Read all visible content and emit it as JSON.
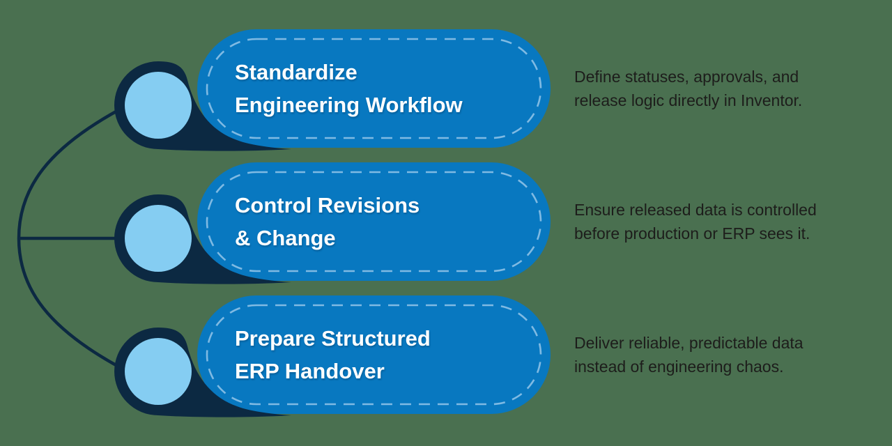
{
  "colors": {
    "background": "#4a7050",
    "pill_blue": "#0878c0",
    "dash_light_blue": "#7fbae3",
    "navy": "#0c2942",
    "node_light_blue": "#85cdf2",
    "title_text": "#ffffff",
    "description_text": "#1d1d1b"
  },
  "items": [
    {
      "title_lines": [
        "Standardize",
        "Engineering Workflow"
      ],
      "description_lines": [
        "Define statuses, approvals, and",
        "release logic directly in Inventor."
      ]
    },
    {
      "title_lines": [
        "Control Revisions",
        "& Change"
      ],
      "description_lines": [
        "Ensure released data is controlled",
        "before production or ERP sees it."
      ]
    },
    {
      "title_lines": [
        "Prepare Structured",
        "ERP Handover"
      ],
      "description_lines": [
        "Deliver reliable, predictable data",
        "instead of engineering chaos."
      ]
    }
  ]
}
